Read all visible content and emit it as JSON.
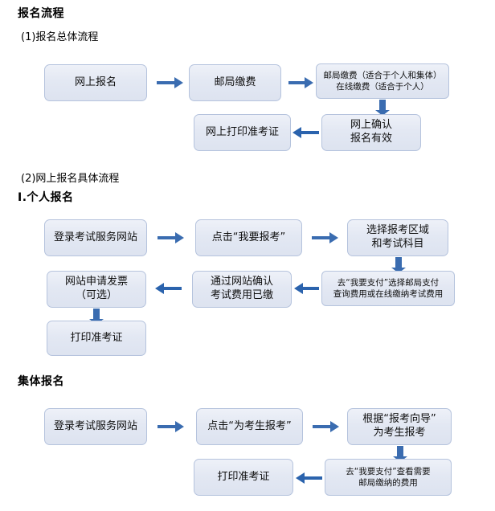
{
  "page": {
    "title": "报名流程",
    "accent_color": "#3a6cb0",
    "node_border_color": "#b5c3dd",
    "node_fill_color": "#e4e9f3",
    "background_color": "#ffffff"
  },
  "sections": [
    {
      "id": "overall",
      "subtitle": "(1)报名总体流程",
      "nodes": [
        {
          "id": "n1",
          "label": "网上报名"
        },
        {
          "id": "n2",
          "label": "邮局缴费"
        },
        {
          "id": "n3",
          "label": "邮局缴费（适合于个人和集体）\n在线缴费（适合于个人）"
        },
        {
          "id": "n4",
          "label": "网上确认\n报名有效"
        },
        {
          "id": "n5",
          "label": "网上打印准考证"
        }
      ],
      "arrows": [
        {
          "id": "a1",
          "direction": "right"
        },
        {
          "id": "a2",
          "direction": "right"
        },
        {
          "id": "a3",
          "direction": "down"
        },
        {
          "id": "a4",
          "direction": "left"
        }
      ]
    },
    {
      "id": "individual",
      "subtitle": "(2)网上报名具体流程",
      "heading": "Ⅰ.个人报名",
      "nodes": [
        {
          "id": "p1",
          "label": "登录考试服务网站"
        },
        {
          "id": "p2",
          "label": "点击“我要报考”"
        },
        {
          "id": "p3",
          "label": "选择报考区域\n和考试科目"
        },
        {
          "id": "p4",
          "label": "去“我要支付”选择邮局支付\n查询费用或在线缴纳考试费用"
        },
        {
          "id": "p5",
          "label": "通过网站确认\n考试费用已缴"
        },
        {
          "id": "p6",
          "label": "网站申请发票\n（可选）"
        },
        {
          "id": "p7",
          "label": "打印准考证"
        }
      ],
      "arrows": [
        {
          "id": "b1",
          "direction": "right"
        },
        {
          "id": "b2",
          "direction": "right"
        },
        {
          "id": "b3",
          "direction": "down"
        },
        {
          "id": "b4",
          "direction": "left"
        },
        {
          "id": "b5",
          "direction": "left"
        },
        {
          "id": "b6",
          "direction": "down"
        }
      ]
    },
    {
      "id": "group",
      "heading": "集体报名",
      "nodes": [
        {
          "id": "g1",
          "label": "登录考试服务网站"
        },
        {
          "id": "g2",
          "label": "点击“为考生报考”"
        },
        {
          "id": "g3",
          "label": "根据“报考向导”\n为考生报考"
        },
        {
          "id": "g4",
          "label": "去“我要支付”查看需要\n邮局缴纳的费用"
        },
        {
          "id": "g5",
          "label": "打印准考证"
        }
      ],
      "arrows": [
        {
          "id": "c1",
          "direction": "right"
        },
        {
          "id": "c2",
          "direction": "right"
        },
        {
          "id": "c3",
          "direction": "down"
        },
        {
          "id": "c4",
          "direction": "left"
        }
      ]
    }
  ]
}
